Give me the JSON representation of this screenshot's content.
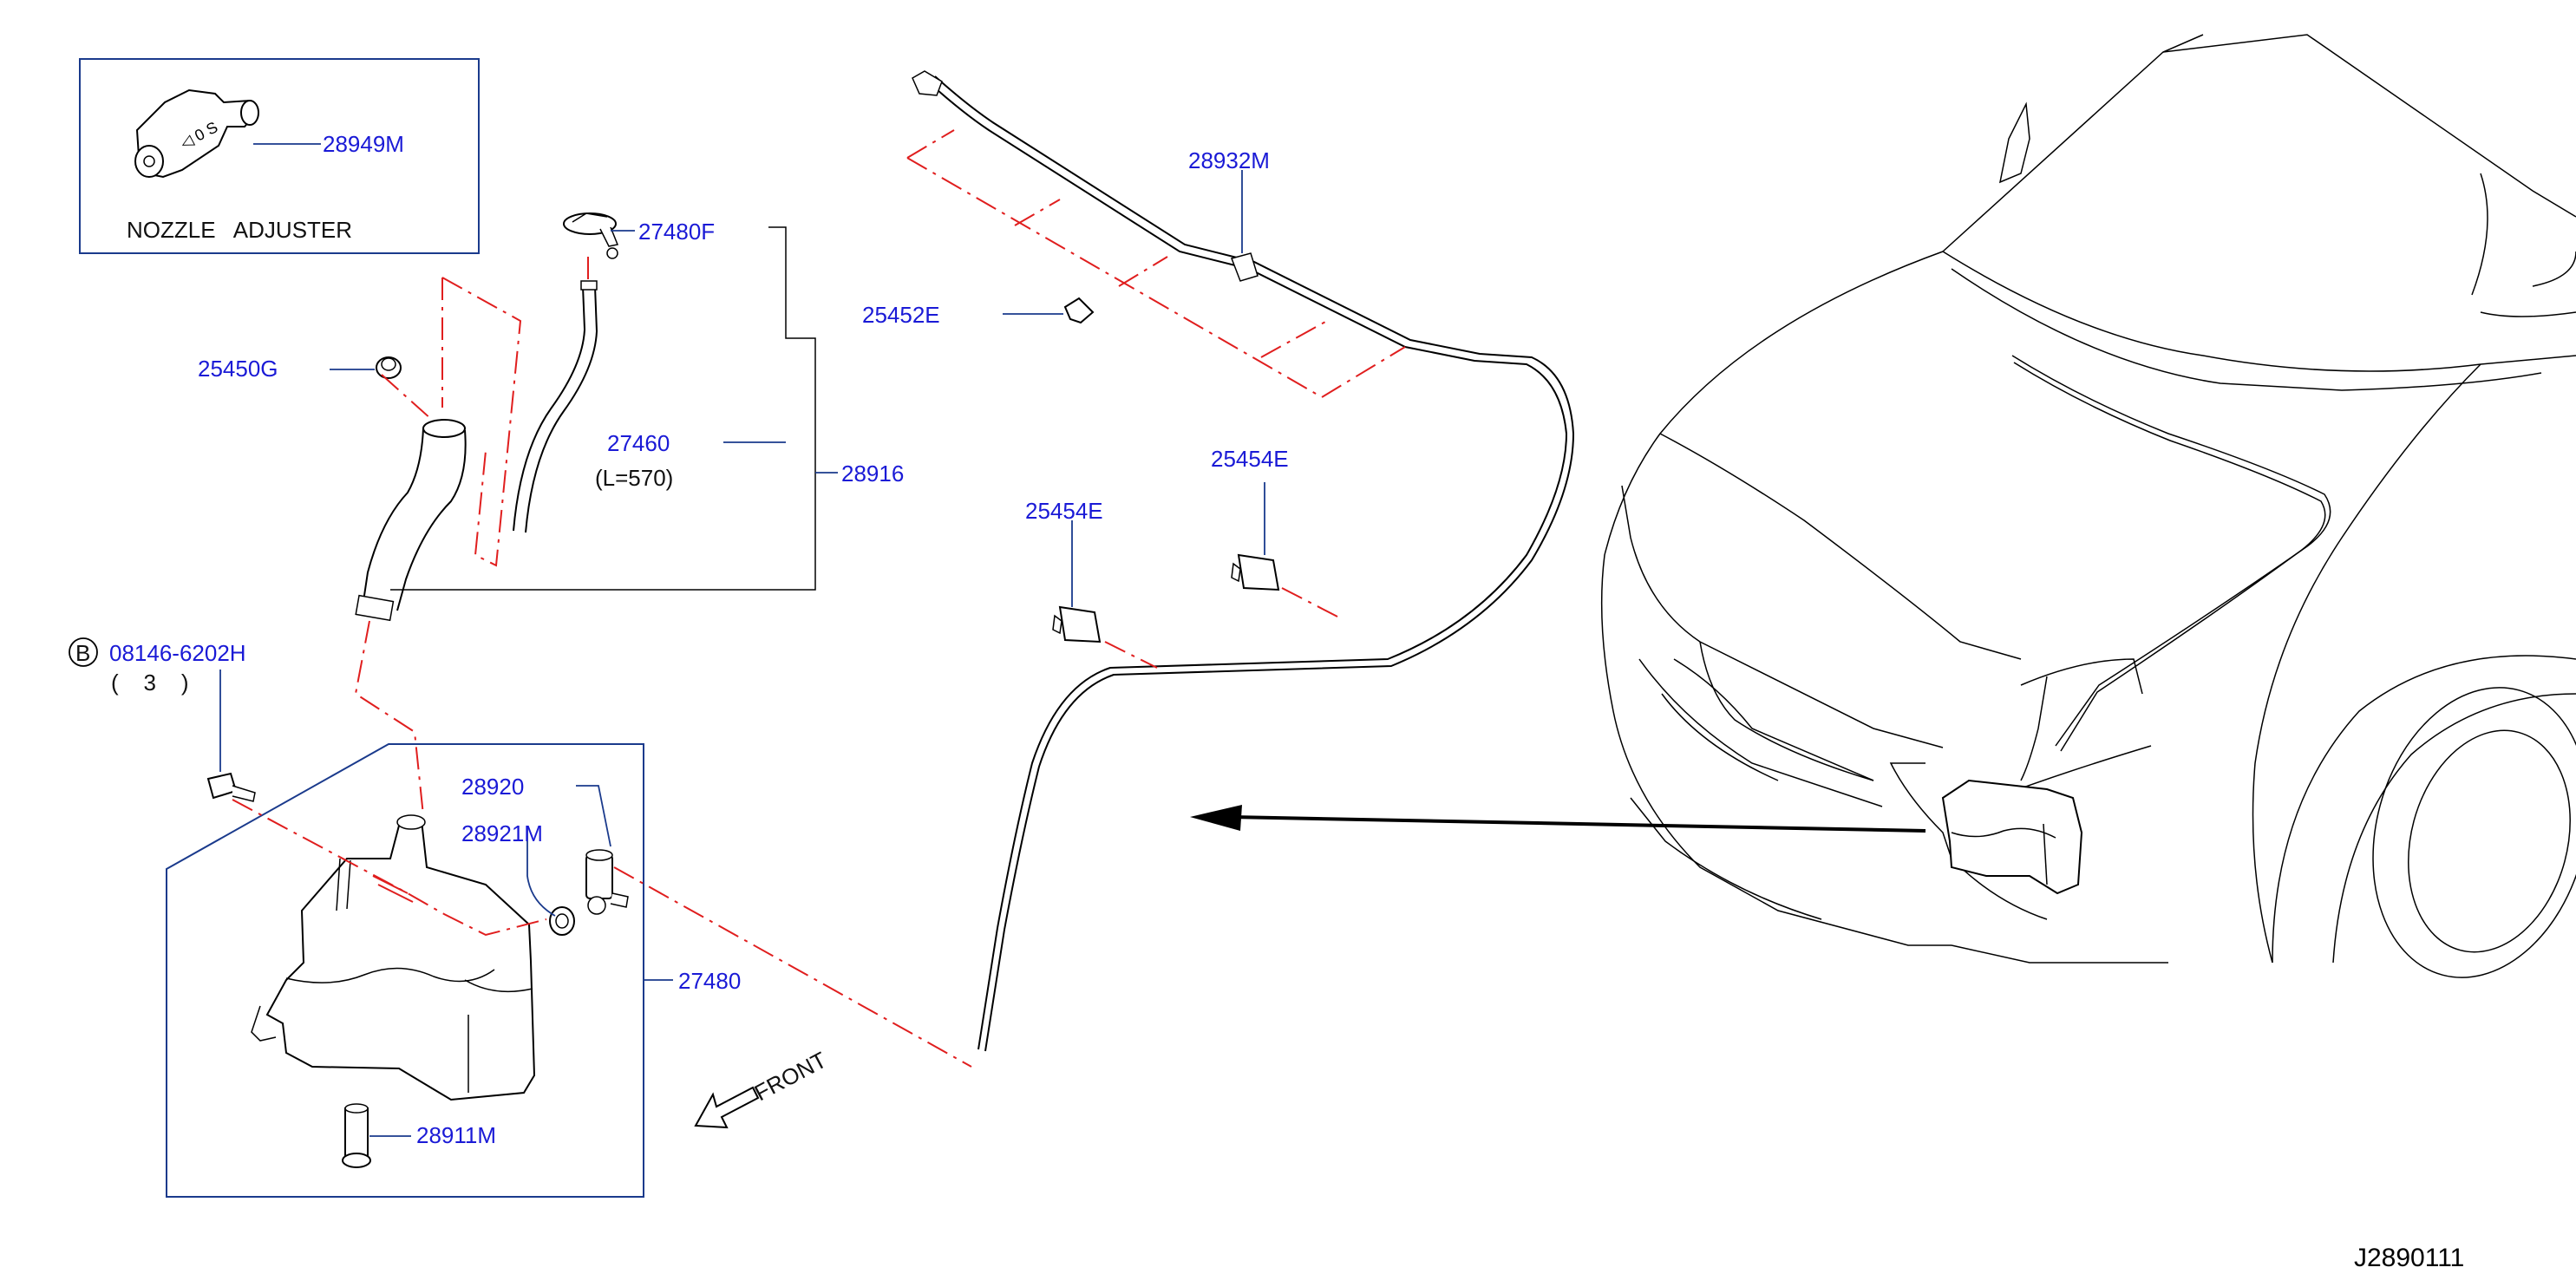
{
  "inset": {
    "part_no": "28949M",
    "title": "NOZZLE   ADJUSTER"
  },
  "parts": {
    "p27480F": "27480F",
    "p25450G": "25450G",
    "p27460": "27460",
    "p27460_len": "(L=570)",
    "p28916": "28916",
    "p28932M": "28932M",
    "p25452E": "25452E",
    "p25454E_a": "25454E",
    "p25454E_b": "25454E",
    "bolt_symbol": "B",
    "bolt": "08146-6202H",
    "bolt_qty": "(    3    )",
    "p28920": "28920",
    "p28921M": "28921M",
    "p27480": "27480",
    "p28911M": "28911M"
  },
  "front_label": "FRONT",
  "diagram_id": "J2890111",
  "colors": {
    "part_number": "#1a1ad6",
    "leader": "#1a3a8c",
    "phantom_line": "#e01e1e",
    "line": "#000000"
  }
}
